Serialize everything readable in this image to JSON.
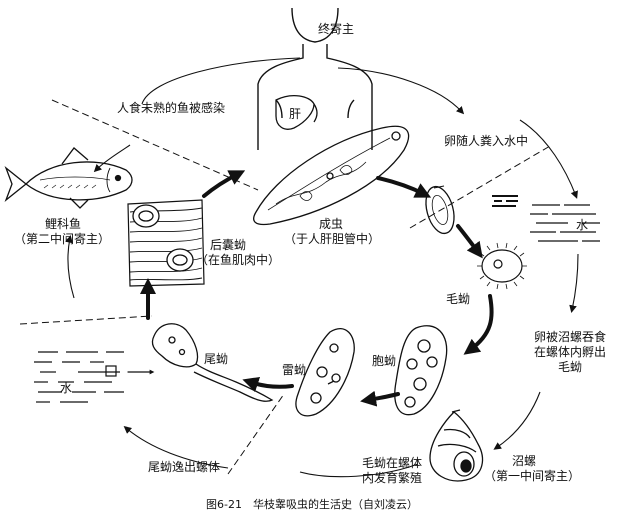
{
  "labels": {
    "final_host": "终寄主",
    "liver": "肝",
    "human_infection": "人食未熟的鱼被感染",
    "eggs_in_water": "卵随人粪入水中",
    "fish_host_line1": "鲤科鱼",
    "fish_host_line2": "（第二中间寄主）",
    "adult_line1": "成虫",
    "adult_line2": "（于人肝胆管中）",
    "metacercaria_line1": "后囊蚴",
    "metacercaria_line2": "（在鱼肌肉中）",
    "water_right": "水",
    "miracidium": "毛蚴",
    "egg_eaten_line1": "卵被沼螺吞食",
    "egg_eaten_line2": "在螺体内孵出",
    "egg_eaten_line3": "毛蚴",
    "cercaria": "尾蚴",
    "redia": "雷蚴",
    "sporocyst": "胞蚴",
    "water_left": "水",
    "cercaria_escape": "尾蚴逸出螺体",
    "miracidium_dev_line1": "毛蚴在螺体",
    "miracidium_dev_line2": "内发育繁殖",
    "snail_line1": "沼螺",
    "snail_line2": "（第一中间寄主）",
    "caption": "图6-21　华枝睾吸虫的生活史（自刘凌云）"
  },
  "colors": {
    "ink": "#111111",
    "paper": "#ffffff"
  }
}
